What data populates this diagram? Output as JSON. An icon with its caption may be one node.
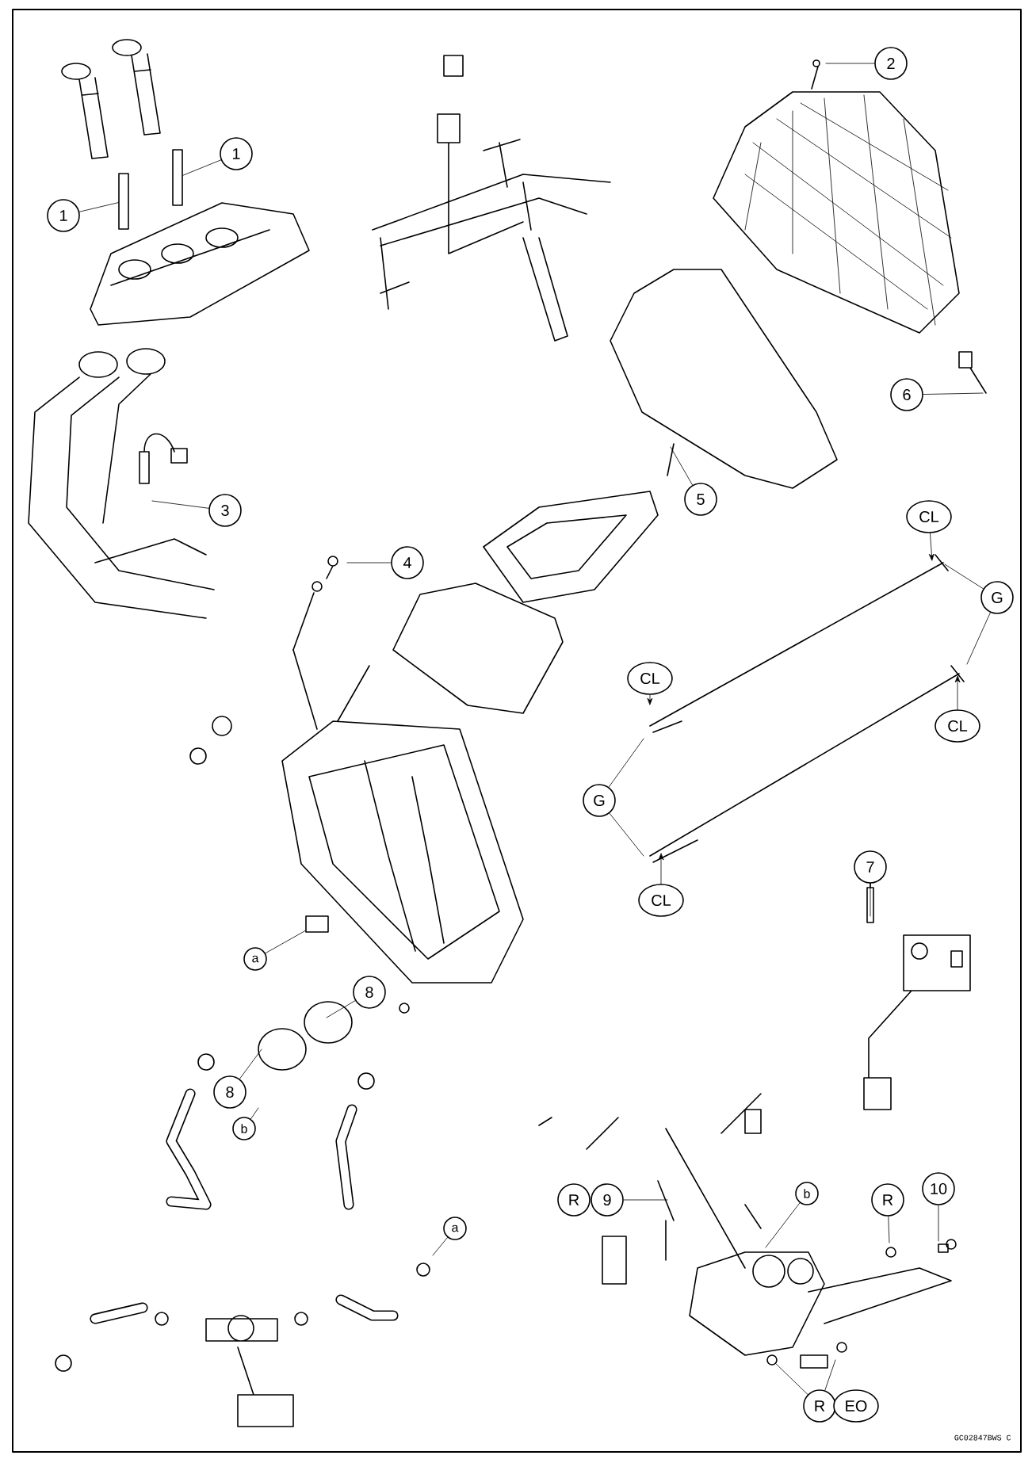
{
  "diagram": {
    "nodes": [
      {
        "text": [
          "1"
        ]
      },
      {
        "text": [
          "1"
        ]
      },
      {
        "text": [
          "2"
        ]
      },
      {
        "text": [
          "6"
        ]
      },
      {
        "text": [
          "5"
        ]
      },
      {
        "text": [
          "3"
        ]
      },
      {
        "text": [
          "4"
        ]
      },
      {
        "text": [
          "CL"
        ]
      },
      {
        "text": [
          "G"
        ]
      },
      {
        "text": [
          "CL"
        ]
      },
      {
        "text": [
          "CL"
        ]
      },
      {
        "text": [
          "G"
        ]
      },
      {
        "text": [
          "CL"
        ]
      },
      {
        "text": [
          "7"
        ]
      },
      {
        "text": [
          "a"
        ]
      },
      {
        "text": [
          "8"
        ]
      },
      {
        "text": [
          "8"
        ]
      },
      {
        "text": [
          "b"
        ]
      },
      {
        "text": [
          "a"
        ]
      },
      {
        "text": [
          "R"
        ]
      },
      {
        "text": [
          "9"
        ]
      },
      {
        "text": [
          "b"
        ]
      },
      {
        "text": [
          "R"
        ]
      },
      {
        "text": [
          "10"
        ]
      },
      {
        "text": [
          "R"
        ]
      },
      {
        "text": [
          "EO"
        ]
      },
      {
        "text": [],
        "shape": "box"
      },
      {
        "text": [],
        "shape": "box"
      },
      {
        "text": [],
        "shape": "circle"
      },
      {
        "text": [],
        "shape": "box"
      }
    ],
    "edges": [
      {
        "from": 0,
        "to": 29,
        "arrow": "none"
      },
      {
        "from": 1,
        "to": 26,
        "arrow": "none"
      },
      {
        "from": 2,
        "to": null,
        "arrow": "none"
      },
      {
        "from": 3,
        "to": null,
        "arrow": "none"
      },
      {
        "from": 4,
        "to": null,
        "arrow": "none"
      },
      {
        "from": 5,
        "to": null,
        "arrow": "none"
      },
      {
        "from": 6,
        "to": null,
        "arrow": "none"
      },
      {
        "from": 7,
        "to": null,
        "arrow": "to"
      },
      {
        "from": 8,
        "to": null,
        "arrow": "none"
      },
      {
        "from": 8,
        "to": null,
        "arrow": "none"
      },
      {
        "from": 9,
        "to": null,
        "arrow": "to"
      },
      {
        "from": 10,
        "to": null,
        "arrow": "to"
      },
      {
        "from": 11,
        "to": null,
        "arrow": "none"
      },
      {
        "from": 11,
        "to": null,
        "arrow": "none"
      },
      {
        "from": 12,
        "to": null,
        "arrow": "to"
      },
      {
        "from": 13,
        "to": null,
        "arrow": "none"
      },
      {
        "from": 14,
        "to": 27,
        "arrow": "none"
      },
      {
        "from": 15,
        "to": null,
        "arrow": "none"
      },
      {
        "from": 16,
        "to": null,
        "arrow": "none"
      },
      {
        "from": 17,
        "to": null,
        "arrow": "none"
      },
      {
        "from": 18,
        "to": null,
        "arrow": "none"
      },
      {
        "from": 20,
        "to": null,
        "arrow": "none"
      },
      {
        "from": 21,
        "to": null,
        "arrow": "none"
      },
      {
        "from": 22,
        "to": null,
        "arrow": "none"
      },
      {
        "from": 23,
        "to": null,
        "arrow": "none"
      },
      {
        "from": 24,
        "to": 28,
        "arrow": "none"
      },
      {
        "from": 24,
        "to": null,
        "arrow": "none"
      }
    ],
    "labels": [
      "GC02847BWS C"
    ]
  }
}
